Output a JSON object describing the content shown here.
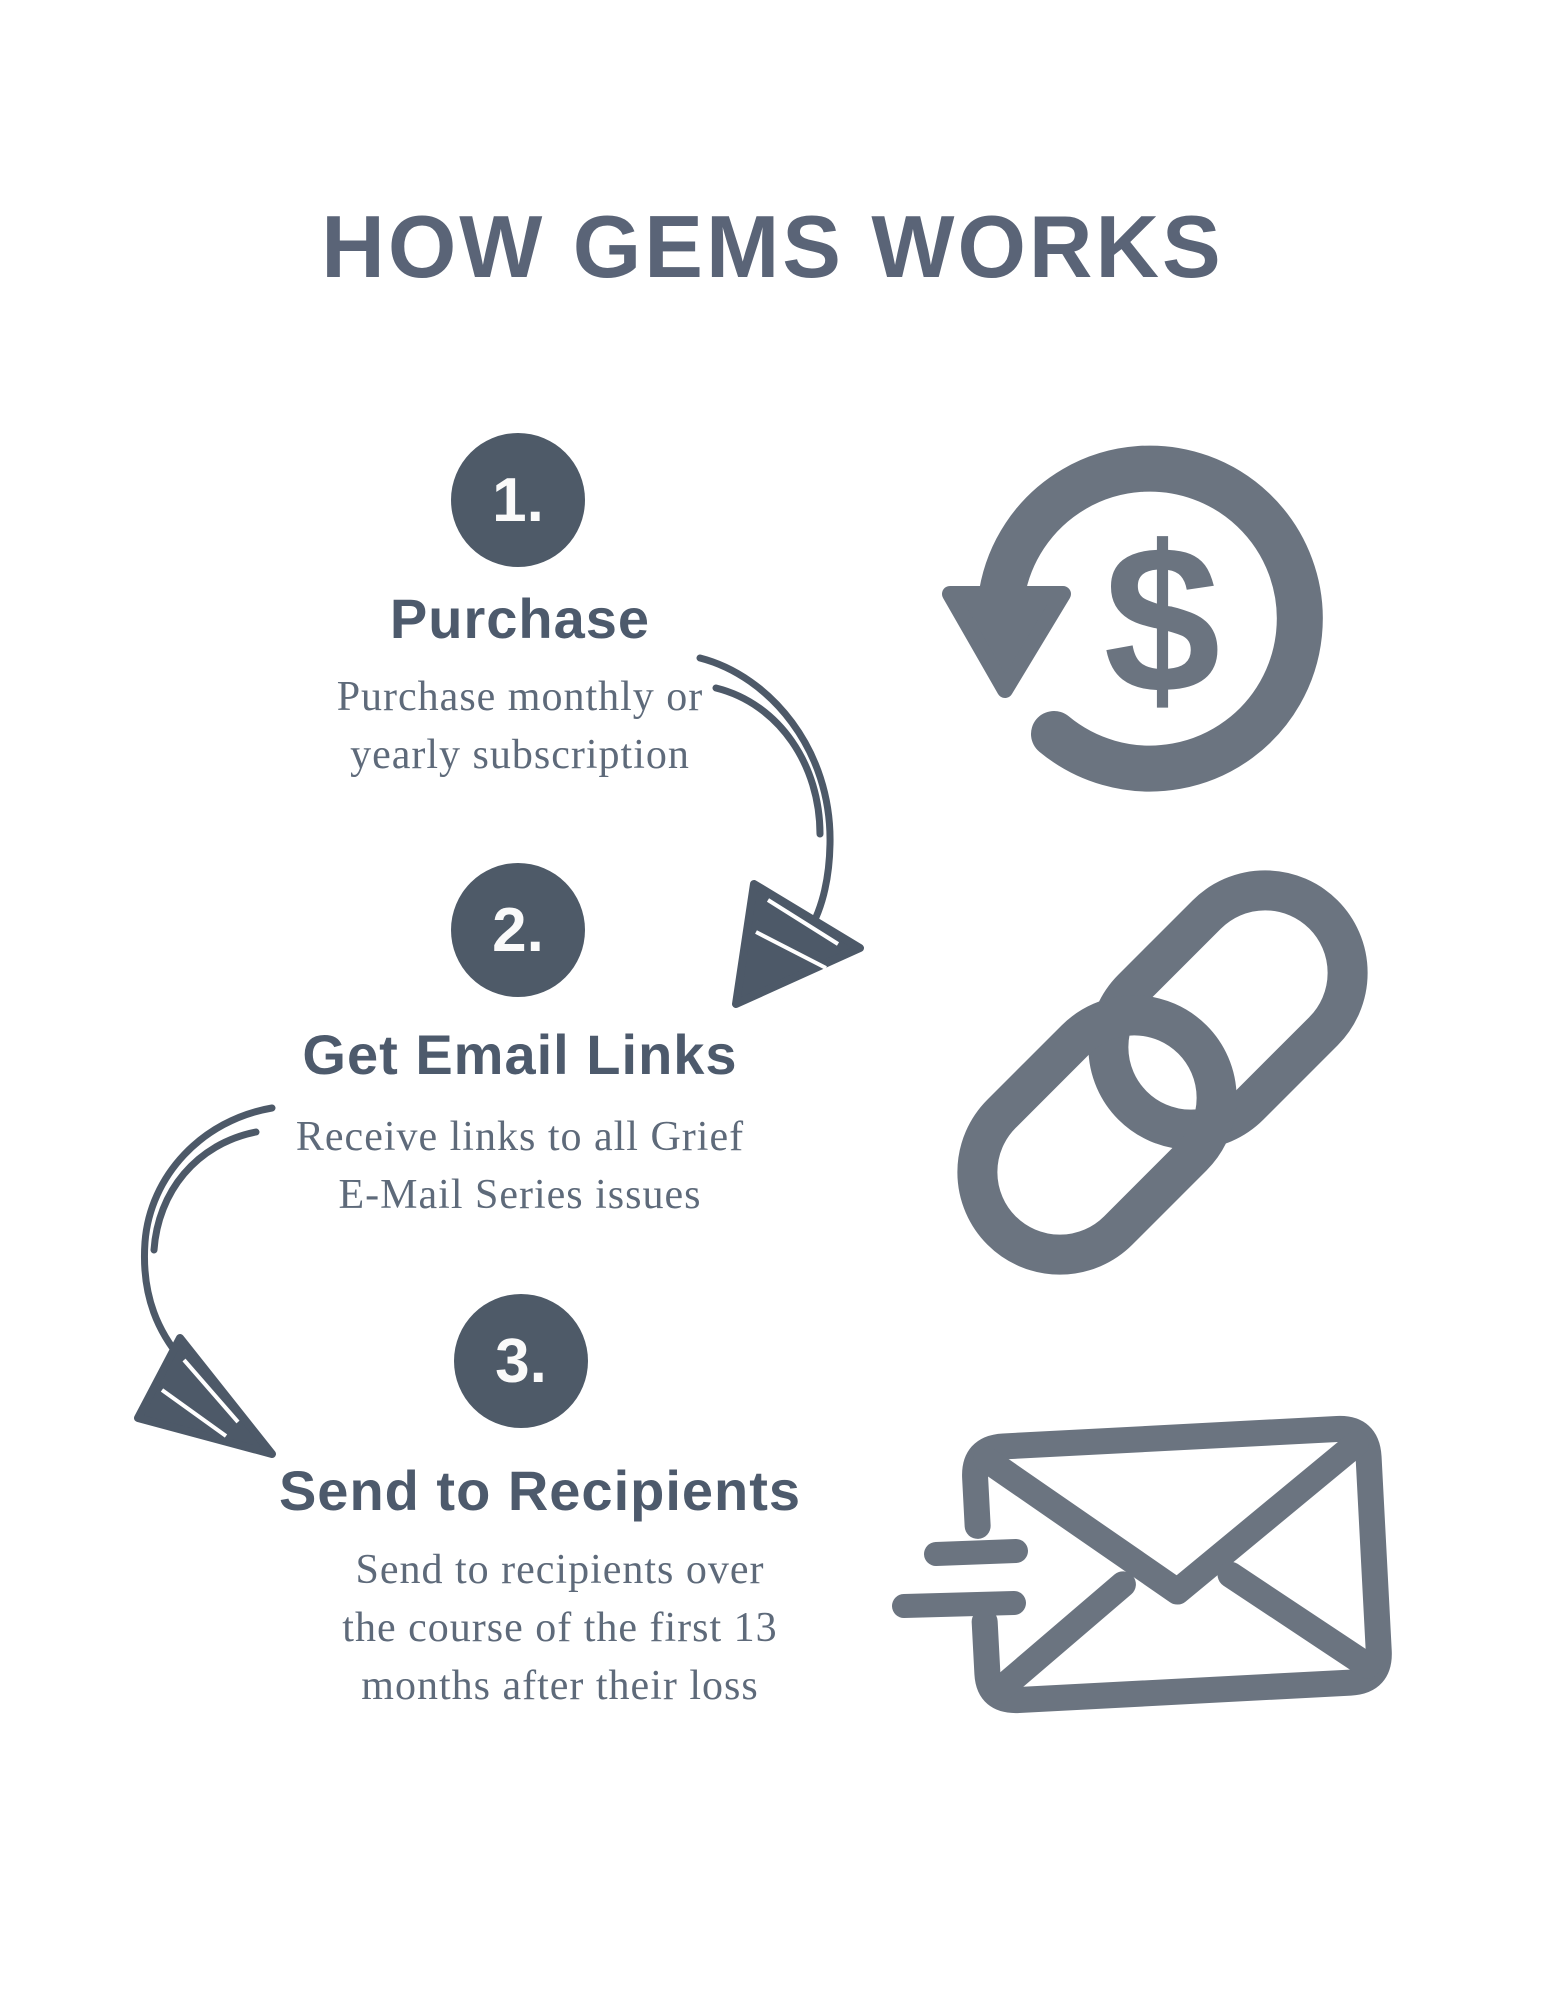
{
  "title": "HOW GEMS WORKS",
  "colors": {
    "background": "#ffffff",
    "title": "#5a6477",
    "heading": "#4d5a6c",
    "circle": "#4e5a68",
    "circle_number": "#fafafa",
    "body_text": "#5e6a7a",
    "icon": "#6b7480",
    "arrow": "#4d5968"
  },
  "steps": [
    {
      "number": "1.",
      "heading": "Purchase",
      "description": [
        "Purchase monthly or",
        "yearly subscription"
      ],
      "icon": "dollar-refresh-icon"
    },
    {
      "number": "2.",
      "heading": "Get Email Links",
      "description": [
        "Receive links to all Grief",
        "E-Mail Series issues"
      ],
      "icon": "link-icon"
    },
    {
      "number": "3.",
      "heading": "Send to Recipients",
      "description": [
        "Send to recipients over",
        "the course of the first 13",
        "months after their loss"
      ],
      "icon": "email-send-icon"
    }
  ],
  "decorations": {
    "arrow_1": "hand-drawn-curved-arrow-down-right",
    "arrow_2": "hand-drawn-curved-arrow-down-left",
    "dollar_symbol": "$"
  }
}
